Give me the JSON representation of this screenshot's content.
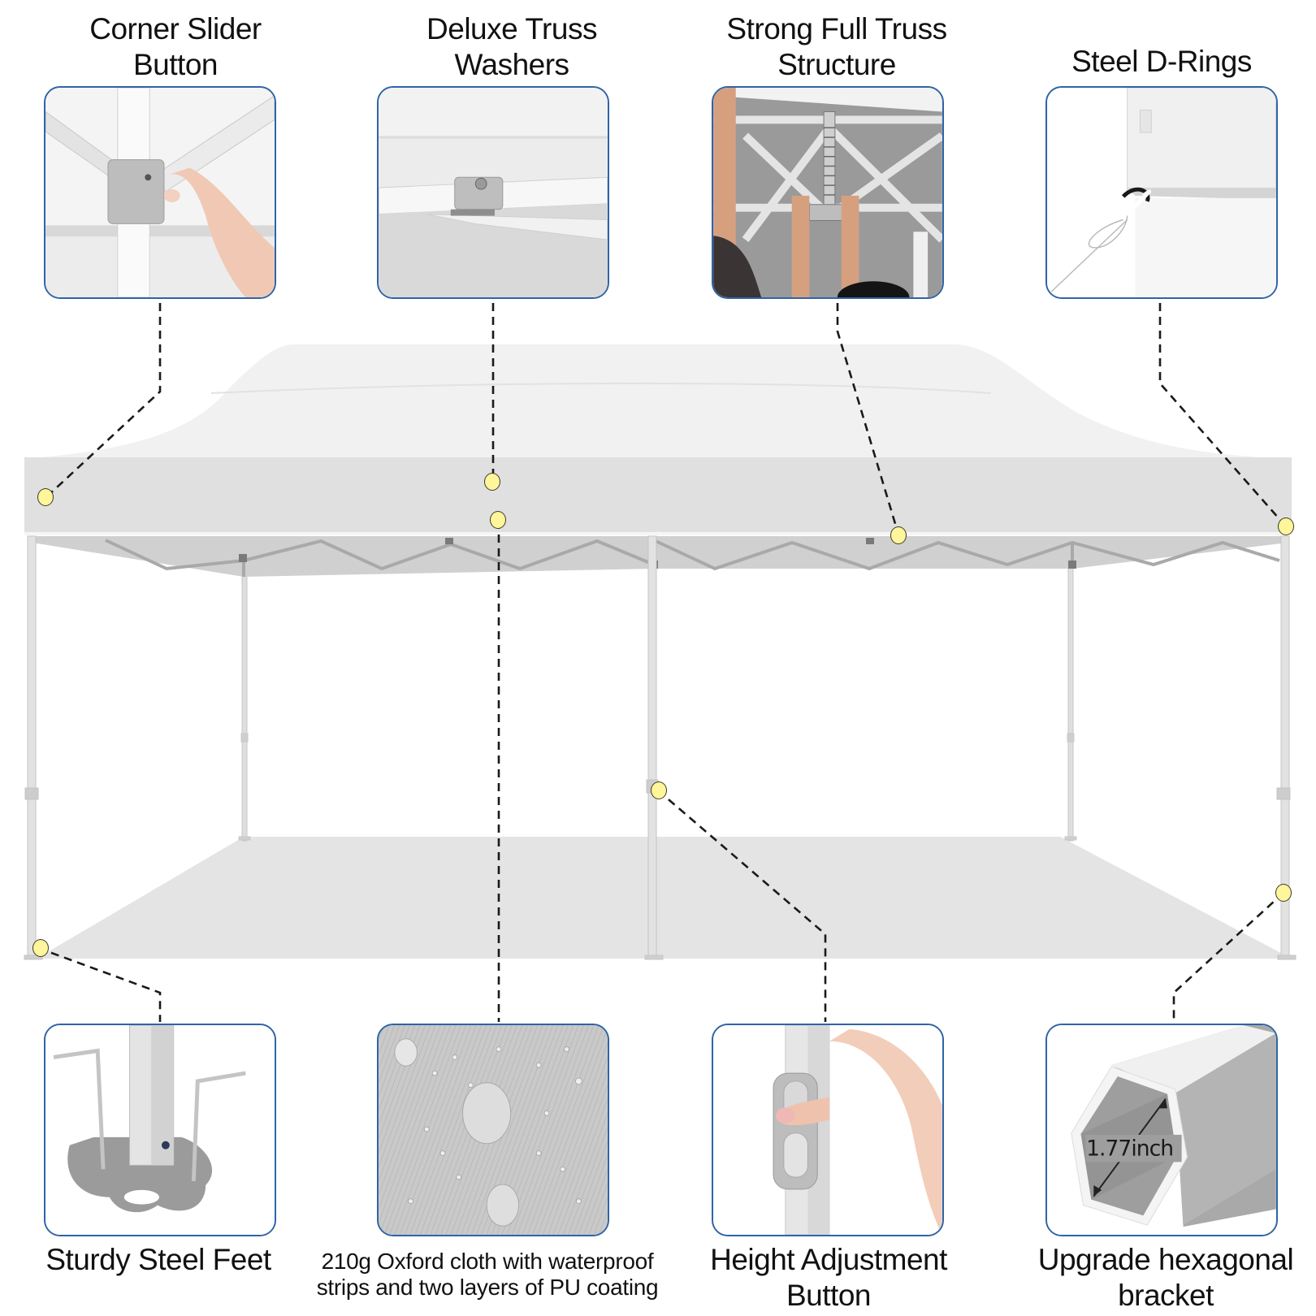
{
  "features_top": [
    {
      "id": "corner-slider-button",
      "title_lines": [
        "Corner Slider",
        "Button"
      ]
    },
    {
      "id": "deluxe-truss-washers",
      "title_lines": [
        "Deluxe Truss",
        "Washers"
      ]
    },
    {
      "id": "strong-full-truss-structure",
      "title_lines": [
        "Strong Full Truss",
        "Structure"
      ]
    },
    {
      "id": "steel-d-rings",
      "title_lines": [
        "Steel D-Rings"
      ]
    }
  ],
  "features_bottom": [
    {
      "id": "sturdy-steel-feet",
      "title_lines": [
        "Sturdy Steel Feet"
      ]
    },
    {
      "id": "oxford-cloth",
      "title_lines": [
        "210g Oxford cloth with waterproof",
        "strips and two layers of PU coating"
      ]
    },
    {
      "id": "height-adjustment-button",
      "title_lines": [
        "Height Adjustment",
        "Button"
      ]
    },
    {
      "id": "hexagonal-bracket",
      "title_lines": [
        "Upgrade hexagonal",
        "bracket"
      ],
      "measurement_label": "1.77inch"
    }
  ],
  "colors": {
    "panel_border": "#2f64a6",
    "callout_dot": "#fff59a",
    "callout_line": "#1a1a1a",
    "canopy": "#e6e6e6",
    "frame": "#d6d6d6"
  }
}
